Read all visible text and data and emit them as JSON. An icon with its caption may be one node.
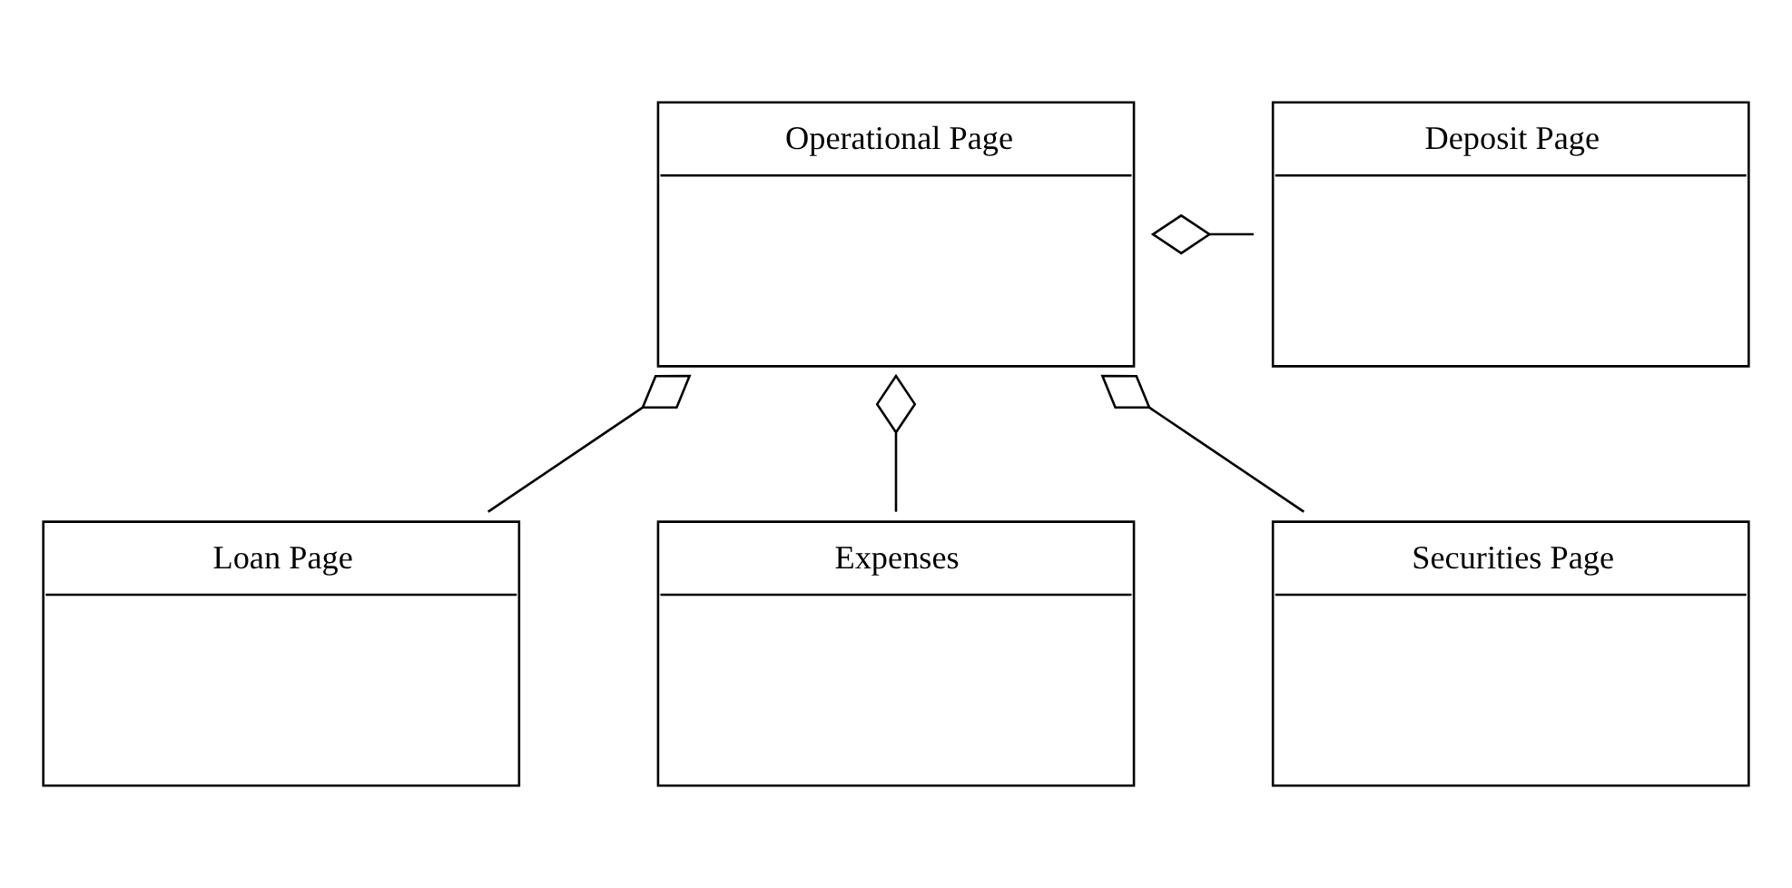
{
  "diagram": {
    "nodes": [
      {
        "text": [
          "Deposit Page"
        ]
      },
      {
        "text": [
          "Operational Page"
        ]
      },
      {
        "text": [
          "Loan Page"
        ]
      },
      {
        "text": [
          "Expenses"
        ]
      },
      {
        "text": [
          "Securities Page"
        ]
      }
    ],
    "edges": [
      {
        "from": 0,
        "to": 1,
        "arrow": "other"
      },
      {
        "from": 2,
        "to": 1,
        "arrow": "other"
      },
      {
        "from": 3,
        "to": 1,
        "arrow": "other"
      },
      {
        "from": 4,
        "to": 1,
        "arrow": "other"
      }
    ]
  }
}
